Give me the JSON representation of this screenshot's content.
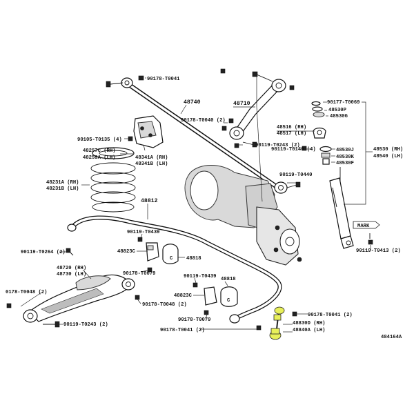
{
  "diagram_id": "484164A",
  "labels": {
    "l_90178_t0041_top": "90178-T0041",
    "l_48740": "48740",
    "l_48710": "48710",
    "l_90178_t0040": "90178-T0040 (2)",
    "l_90105_t0135": "90105-T0135 (4)",
    "l_48257c": "48257C (RH)",
    "l_48259a": "48259A (LH)",
    "l_48341a": "48341A (RH)",
    "l_48341b": "48341B (LH)",
    "l_48231a": "48231A (RH)",
    "l_48231b": "48231B (LH)",
    "l_48812": "48812",
    "l_90119_t0243_2_top": "90119-T0243 (2)",
    "l_48516": "48516 (RH)",
    "l_48517": "48517 (LH)",
    "l_90119_t0140": "90119-T0140 (4)",
    "l_90119_t0440": "90119-T0440",
    "l_90177_t0069": "90177-T0069",
    "l_48530p": "48530P",
    "l_48530g": "48530G",
    "l_48530j": "48530J",
    "l_48530k": "48530K",
    "l_48530f": "48530F",
    "l_48530_rh": "48530 (RH)",
    "l_48540_lh": "48540 (LH)",
    "l_mark": "MARK",
    "l_90119_t0439_a": "90119-T0439",
    "l_48823c_a": "48823C",
    "l_48818_a": "48818",
    "l_90119_t0264": "90119-T0264 (2)",
    "l_90178_t0079_a": "90178-T0079",
    "l_48720": "48720 (RH)",
    "l_48730": "48730 (LH)",
    "l_90119_t0439_b": "90119-T0439",
    "l_48818_b": "48818",
    "l_48823c_b": "48823C",
    "l_90178_t0048_mid": "90178-T0048 (2)",
    "l_90178_t0048_left": "0178-T0048 (2)",
    "l_90119_t0243_2_bot": "90119-T0243 (2)",
    "l_90178_t0079_b": "90178-T0079",
    "l_90178_t0041_2_mid": "90178-T0041 (2)",
    "l_90178_t0041_2_bot": "90178-T0041 (2)",
    "l_90119_t0413": "90119-T0413 (2)",
    "l_48830d": "48830D (RH)",
    "l_48840a": "48840A (LH)"
  },
  "colors": {
    "highlight": "#e8f05a",
    "line": "#111111",
    "grey_fill": "#d9d9d9"
  }
}
